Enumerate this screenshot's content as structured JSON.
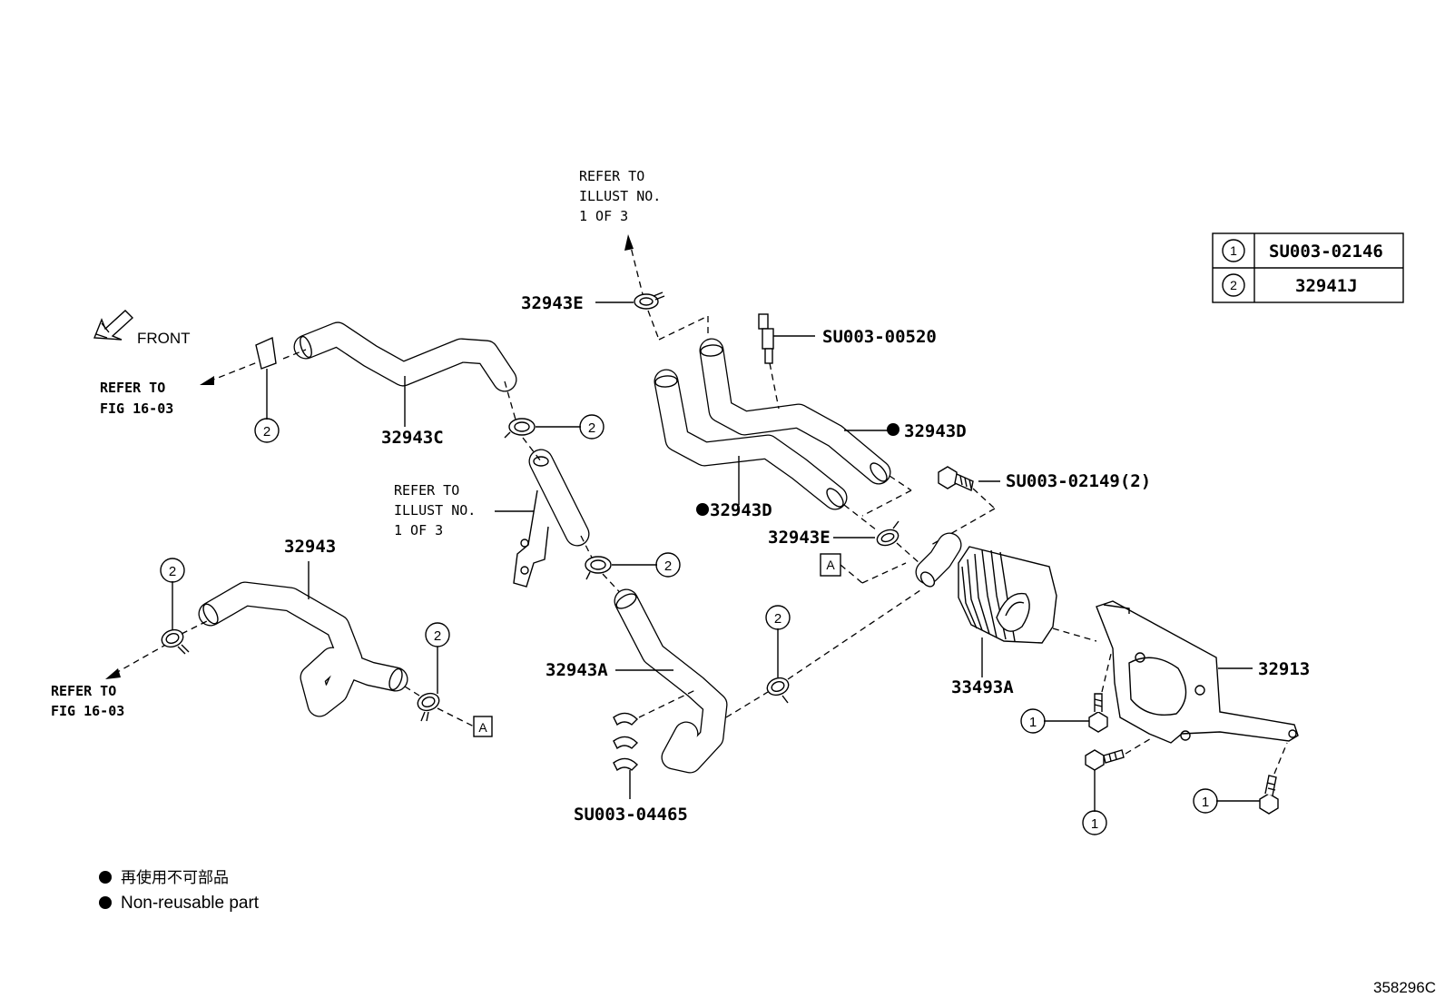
{
  "labels": {
    "p32943": "32943",
    "p32943A": "32943A",
    "p32943C": "32943C",
    "p32943D_upper": "32943D",
    "p32943D_lower": "32943D",
    "p32943E_top": "32943E",
    "p32943E_mid": "32943E",
    "p33493A": "33493A",
    "p32913": "32913",
    "su00300520": "SU003-00520",
    "su00302149": "SU003-02149(2)",
    "su00304465": "SU003-04465"
  },
  "notes": {
    "refer_top": [
      "REFER TO",
      "ILLUST NO.",
      "1 OF 3"
    ],
    "refer_mid": [
      "REFER TO",
      "ILLUST NO.",
      "1 OF 3"
    ],
    "refer_fig_upper": [
      "REFER TO",
      "FIG 16-03"
    ],
    "refer_fig_lower": [
      "REFER TO",
      "FIG 16-03"
    ],
    "front": "FRONT"
  },
  "callouts": {
    "c1": "1",
    "c2": "2",
    "ref_a": "A"
  },
  "table": {
    "rows": [
      {
        "num": "1",
        "part": "SU003-02146"
      },
      {
        "num": "2",
        "part": "32941J"
      }
    ]
  },
  "legend": {
    "japanese": "再使用不可部品",
    "english": "Non-reusable part"
  },
  "figure_id": "358296C"
}
